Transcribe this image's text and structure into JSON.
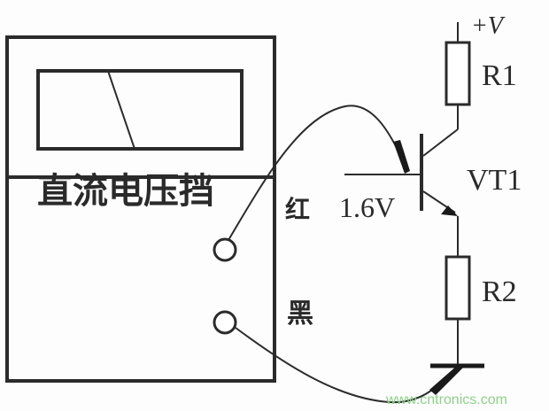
{
  "diagram": {
    "meter": {
      "mode_label": "直流电压挡",
      "terminal_red_label": "红",
      "terminal_black_label": "黑"
    },
    "circuit": {
      "supply_label": "+V",
      "resistor_top_label": "R1",
      "resistor_bottom_label": "R2",
      "transistor_label": "VT1",
      "measured_voltage": "1.6V"
    },
    "watermark": "www.cntronics.com"
  }
}
